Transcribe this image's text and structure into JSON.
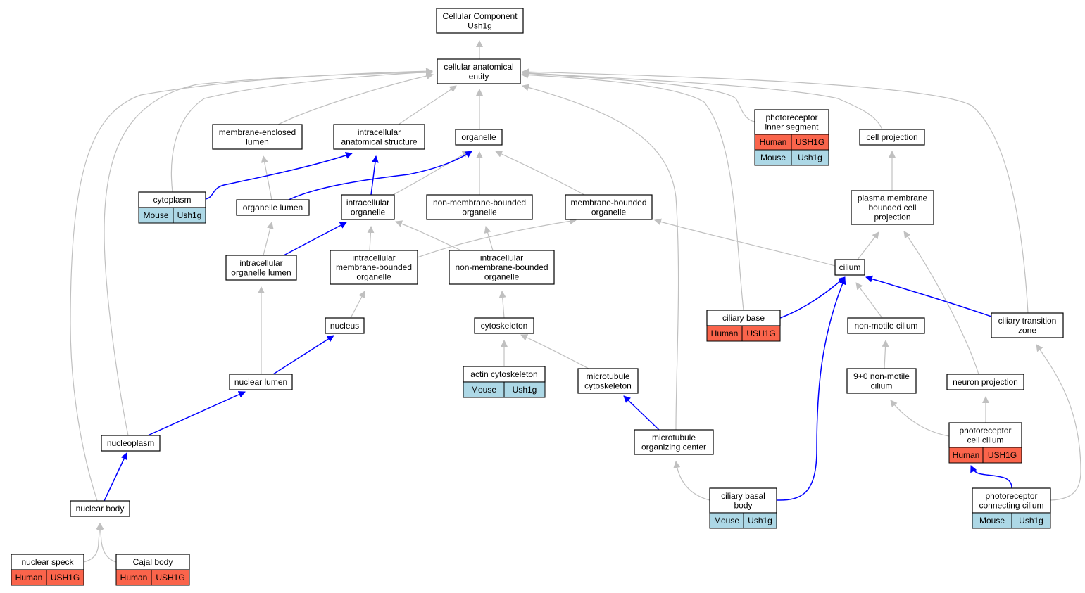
{
  "graph": {
    "colors": {
      "human": "#fa644b",
      "mouse": "#add8e6",
      "gray_edge": "#c0c0c0",
      "blue_edge": "#0000ff"
    },
    "nodes": {
      "root": {
        "lines": [
          "Cellular Component",
          "Ush1g"
        ]
      },
      "cae": {
        "lines": [
          "cellular anatomical",
          "entity"
        ]
      },
      "mel": {
        "lines": [
          "membrane-enclosed",
          "lumen"
        ]
      },
      "ias": {
        "lines": [
          "intracellular",
          "anatomical structure"
        ]
      },
      "organelle": {
        "lines": [
          "organelle"
        ]
      },
      "pis": {
        "lines": [
          "photoreceptor",
          "inner segment"
        ],
        "tags": [
          [
            "Human",
            "USH1G"
          ],
          [
            "Mouse",
            "Ush1g"
          ]
        ]
      },
      "cellproj": {
        "lines": [
          "cell projection"
        ]
      },
      "cytoplasm": {
        "lines": [
          "cytoplasm"
        ],
        "tags": [
          [
            "Mouse",
            "Ush1g"
          ]
        ]
      },
      "orglumen": {
        "lines": [
          "organelle lumen"
        ]
      },
      "intorg": {
        "lines": [
          "intracellular",
          "organelle"
        ]
      },
      "nmbo": {
        "lines": [
          "non-membrane-bounded",
          "organelle"
        ]
      },
      "mbo": {
        "lines": [
          "membrane-bounded",
          "organelle"
        ]
      },
      "pmbcp": {
        "lines": [
          "plasma membrane",
          "bounded cell",
          "projection"
        ]
      },
      "iol": {
        "lines": [
          "intracellular",
          "organelle lumen"
        ]
      },
      "imbo": {
        "lines": [
          "intracellular",
          "membrane-bounded",
          "organelle"
        ]
      },
      "inmbo": {
        "lines": [
          "intracellular",
          "non-membrane-bounded",
          "organelle"
        ]
      },
      "cilium": {
        "lines": [
          "cilium"
        ]
      },
      "ciliarybase": {
        "lines": [
          "ciliary base"
        ],
        "tags": [
          [
            "Human",
            "USH1G"
          ]
        ]
      },
      "nucleus": {
        "lines": [
          "nucleus"
        ]
      },
      "cytoskeleton": {
        "lines": [
          "cytoskeleton"
        ]
      },
      "nonmotile": {
        "lines": [
          "non-motile cilium"
        ]
      },
      "ctz": {
        "lines": [
          "ciliary transition",
          "zone"
        ]
      },
      "actin": {
        "lines": [
          "actin cytoskeleton"
        ],
        "tags": [
          [
            "Mouse",
            "Ush1g"
          ]
        ]
      },
      "nuclumen": {
        "lines": [
          "nuclear lumen"
        ]
      },
      "mtcyto": {
        "lines": [
          "microtubule",
          "cytoskeleton"
        ]
      },
      "nine0": {
        "lines": [
          "9+0 non-motile",
          "cilium"
        ]
      },
      "neuronproj": {
        "lines": [
          "neuron projection"
        ]
      },
      "nucleoplasm": {
        "lines": [
          "nucleoplasm"
        ]
      },
      "mtoc": {
        "lines": [
          "microtubule",
          "organizing center"
        ]
      },
      "pcc": {
        "lines": [
          "photoreceptor",
          "cell cilium"
        ],
        "tags": [
          [
            "Human",
            "USH1G"
          ]
        ]
      },
      "nucbody": {
        "lines": [
          "nuclear body"
        ]
      },
      "cbb": {
        "lines": [
          "ciliary basal",
          "body"
        ],
        "tags": [
          [
            "Mouse",
            "Ush1g"
          ]
        ]
      },
      "pconn": {
        "lines": [
          "photoreceptor",
          "connecting cilium"
        ],
        "tags": [
          [
            "Mouse",
            "Ush1g"
          ]
        ]
      },
      "speck": {
        "lines": [
          "nuclear speck"
        ],
        "tags": [
          [
            "Human",
            "USH1G"
          ]
        ]
      },
      "cajal": {
        "lines": [
          "Cajal body"
        ],
        "tags": [
          [
            "Human",
            "USH1G"
          ]
        ]
      }
    }
  }
}
